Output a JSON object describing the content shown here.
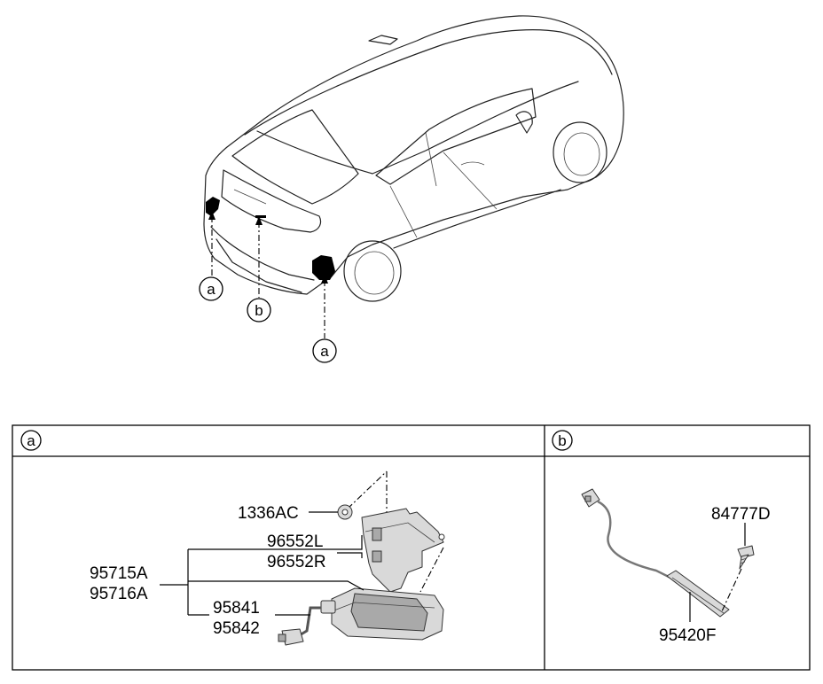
{
  "callouts": {
    "car_left_a": "a",
    "car_center_b": "b",
    "car_right_a": "a"
  },
  "panels": {
    "a": {
      "header": "a"
    },
    "b": {
      "header": "b"
    }
  },
  "part_labels": {
    "p1336AC": "1336AC",
    "p96552L": "96552L",
    "p96552R": "96552R",
    "p95715A": "95715A",
    "p95716A": "95716A",
    "p95841": "95841",
    "p95842": "95842",
    "p84777D": "84777D",
    "p95420F": "95420F"
  }
}
